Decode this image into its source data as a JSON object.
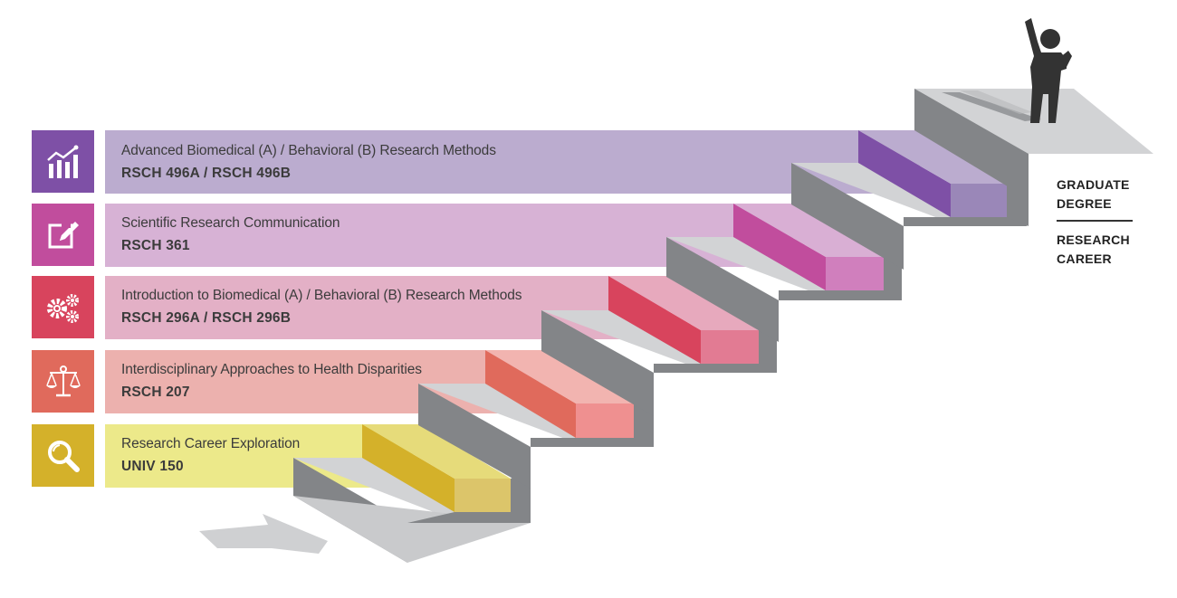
{
  "steps": [
    {
      "title": "Research Career Exploration",
      "code": "UNIV 150",
      "icon": "magnifier-icon",
      "colors": {
        "icon_bg": "#d4b12a",
        "band": "#ece98a",
        "riser": "#d4b12a",
        "tread": "#dcc56a"
      }
    },
    {
      "title": "Interdisciplinary Approaches to Health Disparities",
      "code": "RSCH 207",
      "icon": "scales-icon",
      "colors": {
        "icon_bg": "#e06a5c",
        "band": "#ecb1ae",
        "riser": "#e06a5c",
        "tread": "#ef9090"
      }
    },
    {
      "title": "Introduction to Biomedical (A) / Behavioral (B) Research Methods",
      "code": "RSCH 296A  /  RSCH 296B",
      "icon": "gears-icon",
      "colors": {
        "icon_bg": "#d8445d",
        "band": "#e3b0c6",
        "riser": "#d8445d",
        "tread": "#e27b93"
      }
    },
    {
      "title": "Scientific Research Communication",
      "code": "RSCH 361",
      "icon": "edit-icon",
      "colors": {
        "icon_bg": "#c14d9d",
        "band": "#d7b2d5",
        "riser": "#c14d9d",
        "tread": "#d07fbd"
      }
    },
    {
      "title": "Advanced Biomedical (A) / Behavioral (B) Research Methods",
      "code": "RSCH 496A  /  RSCH 496B",
      "icon": "chart-icon",
      "colors": {
        "icon_bg": "#7e50a6",
        "band": "#bbaccf",
        "riser": "#7e50a6",
        "tread": "#9a87b8"
      }
    }
  ],
  "destination": {
    "line1": "GRADUATE",
    "line2": "DEGREE",
    "line3": "RESEARCH",
    "line4": "CAREER"
  },
  "figure_icon": "person-raising-fist-icon",
  "arrow_icon": "arrow-icon",
  "stair_colors": {
    "tread_light": "#d2d3d5",
    "riser_dark": "#838588"
  }
}
